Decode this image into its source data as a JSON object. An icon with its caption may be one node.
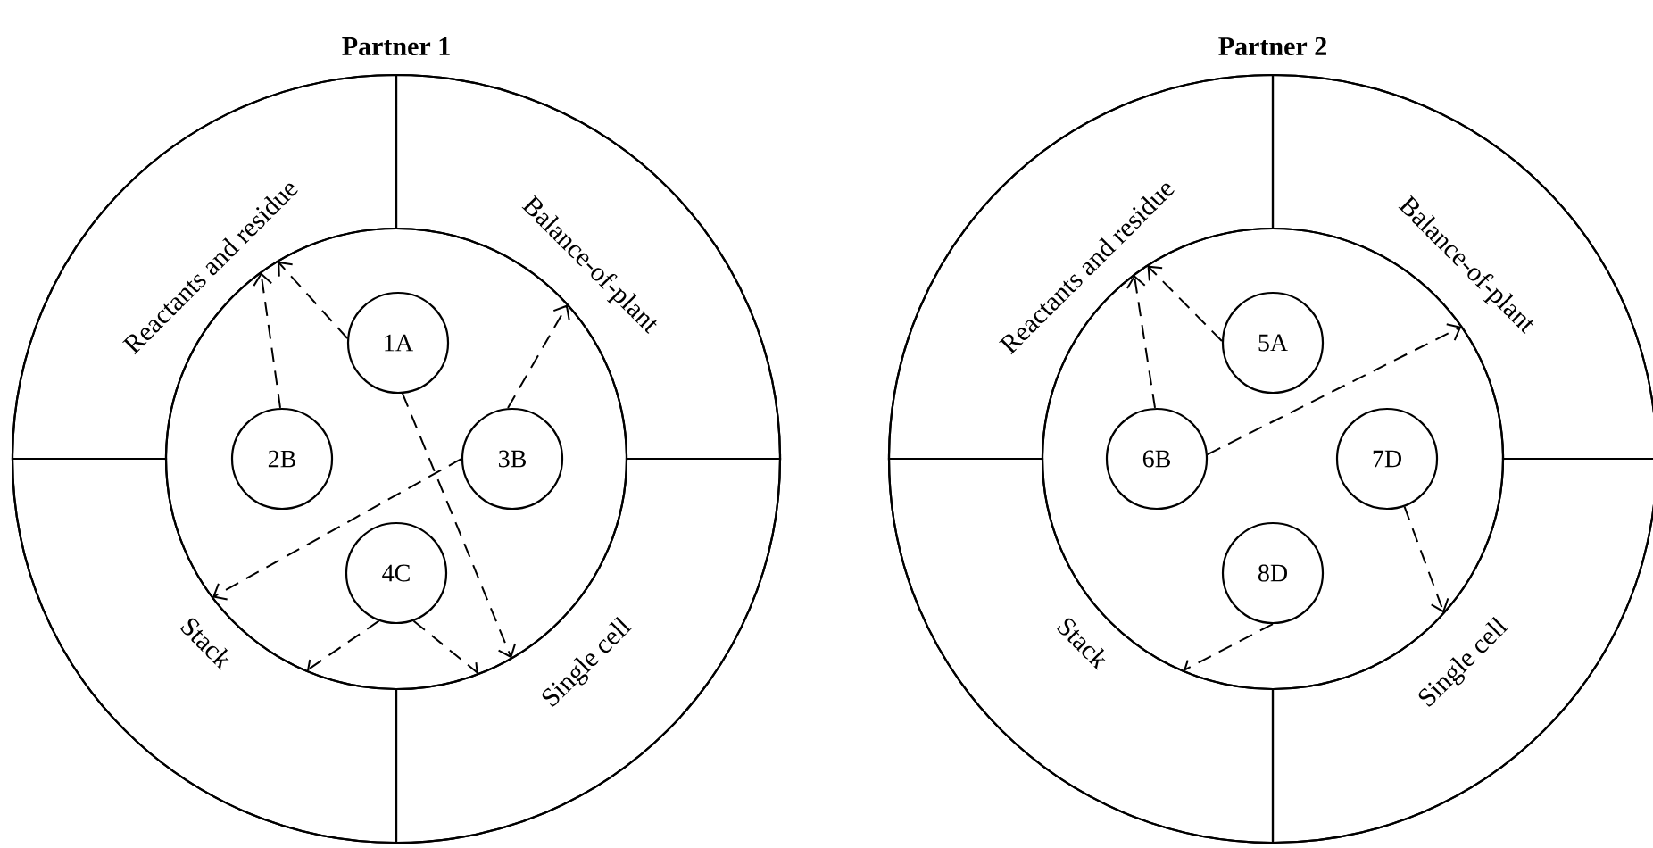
{
  "diagram": {
    "nodes": [
      {
        "text": [
          "Partner 1"
        ]
      },
      {
        "text": [
          "Reactants and residue"
        ],
        "in": 0
      },
      {
        "text": [
          "Balance-of-plant"
        ],
        "in": 0
      },
      {
        "text": [
          "Stack"
        ],
        "in": 0
      },
      {
        "text": [
          "Single cell"
        ],
        "in": 0
      },
      {
        "text": [],
        "shape": "circle",
        "in": 0
      },
      {
        "text": [
          "1A"
        ],
        "in": 5
      },
      {
        "text": [
          "2B"
        ],
        "in": 5
      },
      {
        "text": [
          "3B"
        ],
        "in": 5
      },
      {
        "text": [
          "4C"
        ],
        "in": 5
      },
      {
        "text": [
          "Partner 2"
        ]
      },
      {
        "text": [
          "Reactants and residue"
        ],
        "in": 10
      },
      {
        "text": [
          "Balance-of-plant"
        ],
        "in": 10
      },
      {
        "text": [
          "Stack"
        ],
        "in": 10
      },
      {
        "text": [
          "Single cell"
        ],
        "in": 10
      },
      {
        "text": [],
        "shape": "circle",
        "in": 10
      },
      {
        "text": [
          "5A"
        ],
        "in": 15
      },
      {
        "text": [
          "6B"
        ],
        "in": 15
      },
      {
        "text": [
          "7D"
        ],
        "in": 15
      },
      {
        "text": [
          "8D"
        ],
        "in": 15
      }
    ],
    "edges": [
      {
        "from": 6,
        "to": 1,
        "arrow": "to",
        "style": "dashed"
      },
      {
        "from": 7,
        "to": 1,
        "arrow": "to",
        "style": "dashed"
      },
      {
        "from": 8,
        "to": 2,
        "arrow": "to",
        "style": "dashed"
      },
      {
        "from": 8,
        "to": 3,
        "arrow": "to",
        "style": "dashed"
      },
      {
        "from": 6,
        "to": 4,
        "arrow": "to",
        "style": "dashed"
      },
      {
        "from": 9,
        "to": 3,
        "arrow": "none",
        "style": "dashed"
      },
      {
        "from": 9,
        "to": 4,
        "arrow": "none",
        "style": "dashed"
      },
      {
        "from": 16,
        "to": 11,
        "arrow": "to",
        "style": "dashed"
      },
      {
        "from": 17,
        "to": 11,
        "arrow": "to",
        "style": "dashed"
      },
      {
        "from": 17,
        "to": 12,
        "arrow": "to",
        "style": "dashed"
      },
      {
        "from": 18,
        "to": 14,
        "arrow": "to",
        "style": "dashed"
      },
      {
        "from": 19,
        "to": 13,
        "arrow": "none",
        "style": "dashed"
      }
    ]
  }
}
